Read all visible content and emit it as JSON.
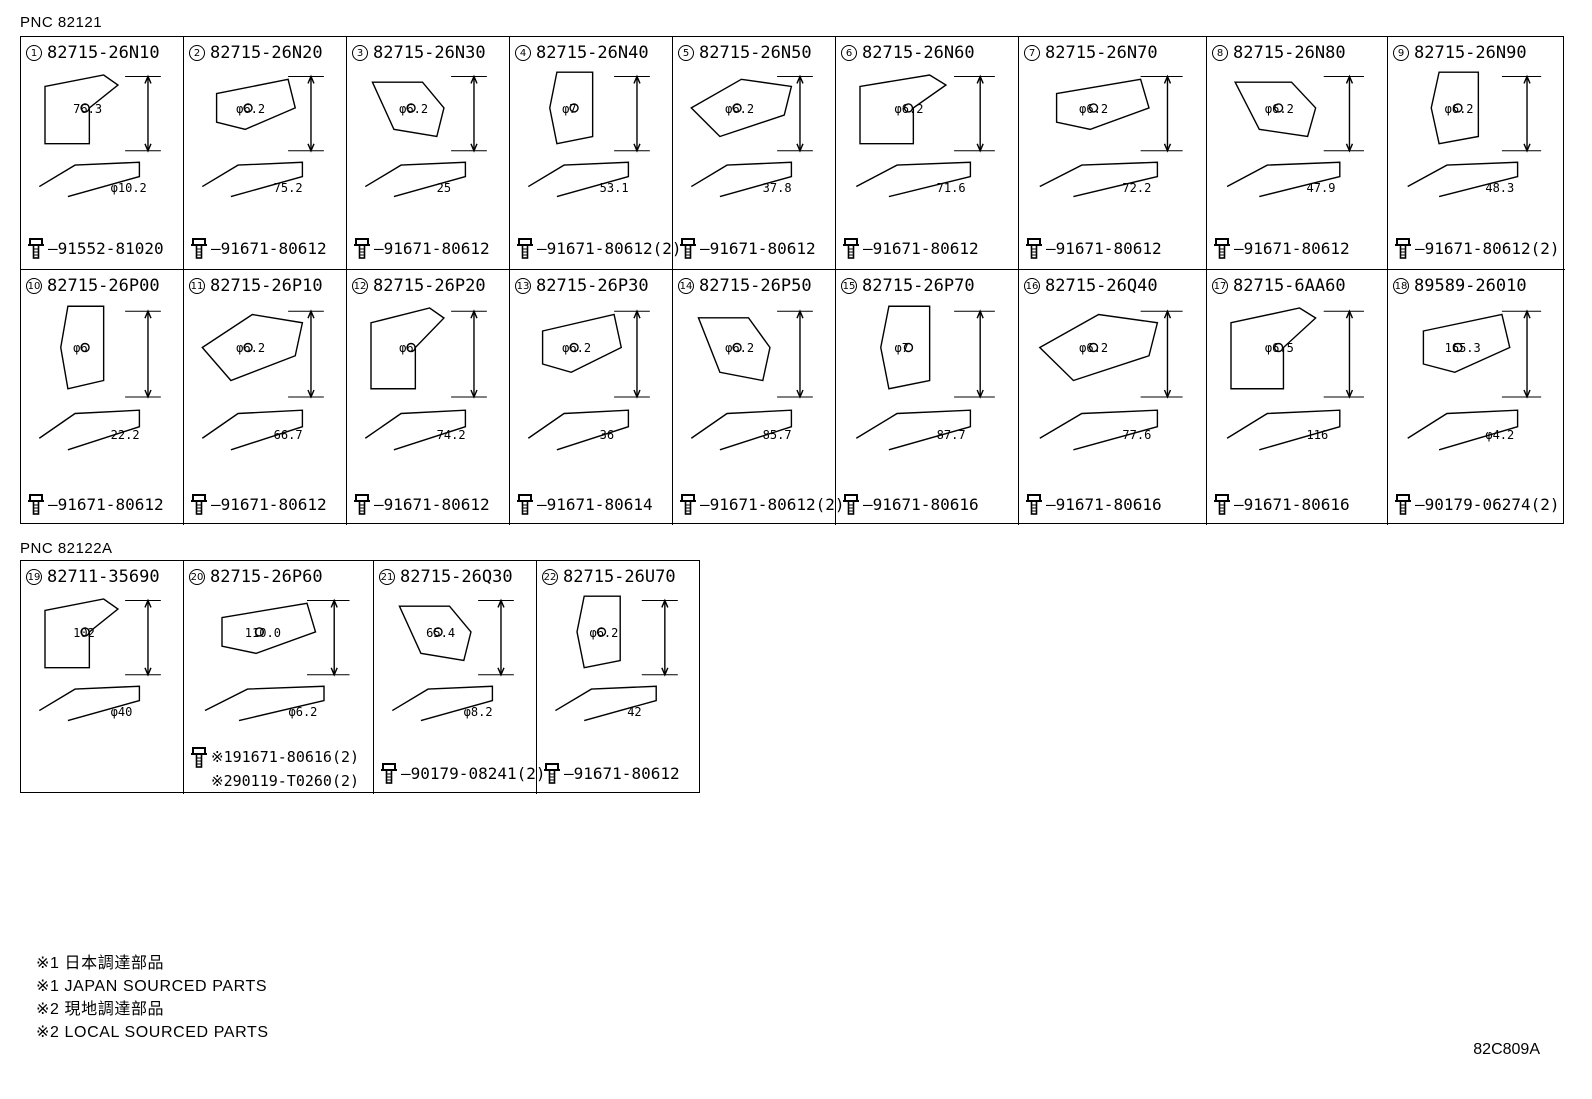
{
  "groups": [
    {
      "pnc": "PNC 82121",
      "rows": [
        [
          {
            "n": "1",
            "part": "82715-26N10",
            "dims": [
              "76.3",
              "φ10.2"
            ],
            "bolt": "91552-81020"
          },
          {
            "n": "2",
            "part": "82715-26N20",
            "dims": [
              "φ6.2",
              "75.2"
            ],
            "bolt": "91671-80612"
          },
          {
            "n": "3",
            "part": "82715-26N30",
            "dims": [
              "φ6.2",
              "25"
            ],
            "bolt": "91671-80612"
          },
          {
            "n": "4",
            "part": "82715-26N40",
            "dims": [
              "φ7",
              "53.1"
            ],
            "bolt": "91671-80612(2)"
          },
          {
            "n": "5",
            "part": "82715-26N50",
            "dims": [
              "φ6.2",
              "37.8"
            ],
            "bolt": "91671-80612"
          },
          {
            "n": "6",
            "part": "82715-26N60",
            "dims": [
              "φ6.2",
              "71.6"
            ],
            "bolt": "91671-80612"
          },
          {
            "n": "7",
            "part": "82715-26N70",
            "dims": [
              "φ6.2",
              "72.2"
            ],
            "bolt": "91671-80612"
          },
          {
            "n": "8",
            "part": "82715-26N80",
            "dims": [
              "φ6.2",
              "47.9"
            ],
            "bolt": "91671-80612"
          },
          {
            "n": "9",
            "part": "82715-26N90",
            "dims": [
              "φ6.2",
              "48.3"
            ],
            "bolt": "91671-80612(2)"
          }
        ],
        [
          {
            "n": "10",
            "part": "82715-26P00",
            "dims": [
              "φ6",
              "22.2"
            ],
            "bolt": "91671-80612"
          },
          {
            "n": "11",
            "part": "82715-26P10",
            "dims": [
              "φ6.2",
              "66.7"
            ],
            "bolt": "91671-80612"
          },
          {
            "n": "12",
            "part": "82715-26P20",
            "dims": [
              "φ6",
              "74.2"
            ],
            "bolt": "91671-80612"
          },
          {
            "n": "13",
            "part": "82715-26P30",
            "dims": [
              "φ6.2",
              "36"
            ],
            "bolt": "91671-80614"
          },
          {
            "n": "14",
            "part": "82715-26P50",
            "dims": [
              "φ6.2",
              "85.7"
            ],
            "bolt": "91671-80612(2)"
          },
          {
            "n": "15",
            "part": "82715-26P70",
            "dims": [
              "φ7",
              "87.7"
            ],
            "bolt": "91671-80616"
          },
          {
            "n": "16",
            "part": "82715-26Q40",
            "dims": [
              "φ6.2",
              "77.6"
            ],
            "bolt": "91671-80616"
          },
          {
            "n": "17",
            "part": "82715-6AA60",
            "dims": [
              "φ6.5",
              "116"
            ],
            "bolt": "91671-80616"
          },
          {
            "n": "18",
            "part": "89589-26010",
            "dims": [
              "165.3",
              "φ4.2"
            ],
            "bolt": "90179-06274(2)"
          }
        ]
      ]
    },
    {
      "pnc": "PNC 82122A",
      "rows": [
        [
          {
            "n": "19",
            "part": "82711-35690",
            "dims": [
              "102",
              "φ40"
            ],
            "bolt": ""
          },
          {
            "n": "20",
            "part": "82715-26P60",
            "dims": [
              "110.0",
              "φ6.2"
            ],
            "bolt": "※191671-80616(2)",
            "bolt2": "※290119-T0260(2)"
          },
          {
            "n": "21",
            "part": "82715-26Q30",
            "dims": [
              "65.4",
              "φ8.2"
            ],
            "bolt": "90179-08241(2)"
          },
          {
            "n": "22",
            "part": "82715-26U70",
            "dims": [
              "φ6.2",
              "42"
            ],
            "bolt": "91671-80612"
          }
        ]
      ]
    }
  ],
  "notes": [
    "※1 日本調達部品",
    "※1 JAPAN SOURCED PARTS",
    "※2 現地調達部品",
    "※2 LOCAL SOURCED PARTS"
  ],
  "drawing_code": "82C809A"
}
